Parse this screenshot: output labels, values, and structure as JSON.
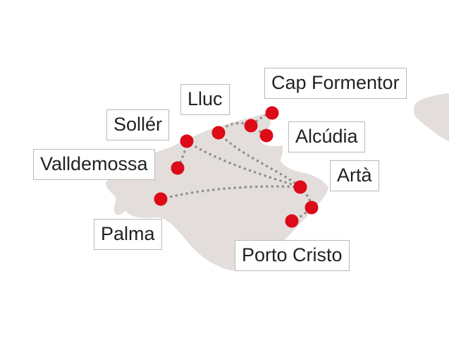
{
  "map": {
    "colors": {
      "land": "#e3dedc",
      "route": "#8f8f8f",
      "stop": "#dc0b17",
      "label_border": "#b9b9b9",
      "label_text": "#222222"
    },
    "places": [
      {
        "id": "cap-formentor",
        "name": "Cap Formentor"
      },
      {
        "id": "lluc",
        "name": "Lluc"
      },
      {
        "id": "soller",
        "name": "Sollér"
      },
      {
        "id": "alcudia",
        "name": "Alcúdia"
      },
      {
        "id": "valldemossa",
        "name": "Valldemossa"
      },
      {
        "id": "arta",
        "name": "Artà"
      },
      {
        "id": "palma",
        "name": "Palma"
      },
      {
        "id": "porto-cristo",
        "name": "Porto Cristo"
      }
    ]
  }
}
